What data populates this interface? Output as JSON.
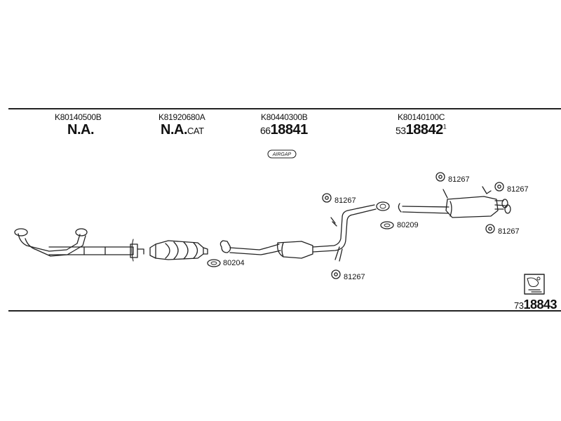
{
  "sections": [
    {
      "code": "K80140500B",
      "name": "N.A.",
      "suffix": ""
    },
    {
      "code": "K81920680A",
      "name": "N.A.",
      "suffix": "CAT"
    },
    {
      "code": "K80440300B",
      "prefix": "66",
      "number": "18841"
    },
    {
      "code": "K80140100C",
      "prefix": "53",
      "number": "18842",
      "superscript": "1"
    }
  ],
  "airgap_label": "AIRGAP",
  "parts": {
    "p1": "81267",
    "p2": "81267",
    "p3": "81267",
    "p4": "81267",
    "p5": "81267",
    "p6": "80209",
    "p7": "80204"
  },
  "footer": {
    "prefix": "73",
    "number": "18843"
  },
  "colors": {
    "line": "#222222",
    "background": "#ffffff"
  }
}
